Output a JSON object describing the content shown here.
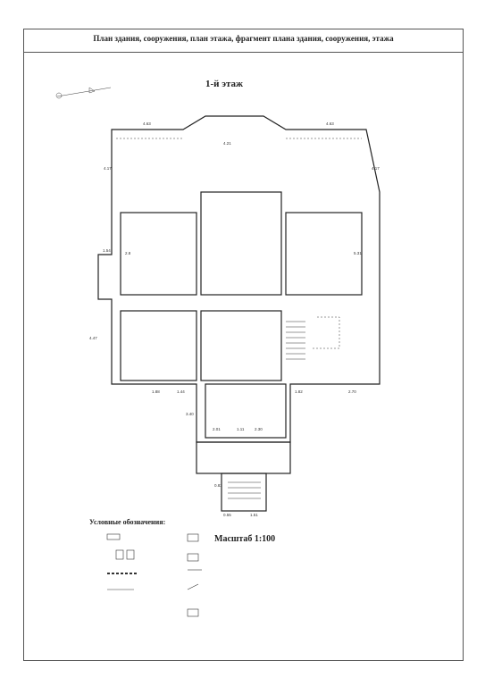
{
  "header": {
    "title": "План здания, сооружения, план этажа, фрагмент плана здания, сооружения, этажа"
  },
  "plan": {
    "floor_title": "1-й этаж",
    "scale": "Масштаб 1:100",
    "legend_title": "Условные обозначения:"
  },
  "dims": [
    "4.63",
    "4.21",
    "4.63",
    "4.17",
    "4.17",
    "2.8",
    "5.31",
    "1.54",
    "4.47",
    "3.40",
    "1.88",
    "1.44",
    "1.82",
    "2.70",
    "1.11",
    "2.30",
    "2.01",
    "0.55",
    "0.83",
    "1.51"
  ]
}
